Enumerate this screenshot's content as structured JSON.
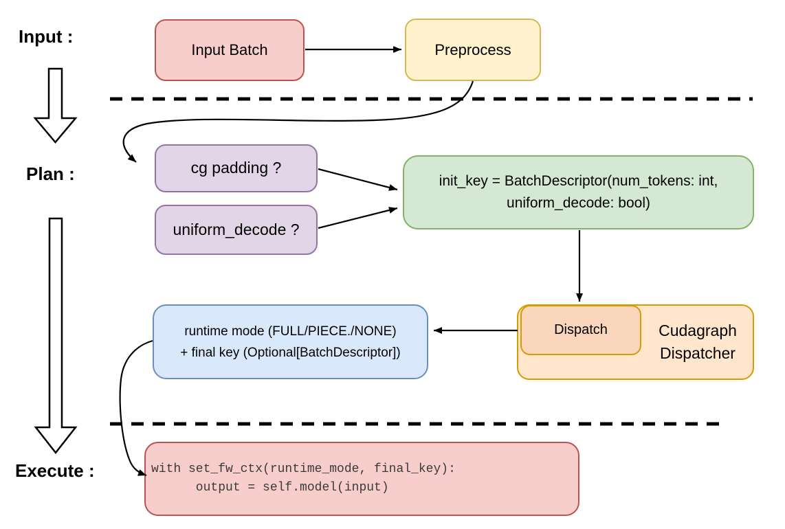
{
  "diagram": {
    "title_hint": "Cudagraph dispatch flow",
    "section_labels": {
      "input": "Input :",
      "plan": "Plan :",
      "execute": "Execute :"
    },
    "nodes": {
      "input_batch": {
        "label": "Input Batch"
      },
      "preprocess": {
        "label": "Preprocess"
      },
      "cg_padding": {
        "label": "cg padding ?"
      },
      "uniform_decode": {
        "label": "uniform_decode ?"
      },
      "init_key": {
        "line1": "init_key = BatchDescriptor(num_tokens: int,",
        "line2": "uniform_decode: bool)"
      },
      "dispatch": {
        "label": "Dispatch"
      },
      "cudagraph_dispatcher": {
        "line1": "Cudagraph",
        "line2": "Dispatcher"
      },
      "runtime_mode": {
        "line1": "runtime mode (FULL/PIECE./NONE)",
        "line2": "+ final key (Optional[BatchDescriptor])"
      },
      "execute_code": {
        "line1": "with set_fw_ctx(runtime_mode, final_key):",
        "line2": "      output = self.model(input)"
      }
    },
    "colors": {
      "red_fill": "#f8cecc",
      "red_border": "#b85450",
      "yellow_fill": "#fff2cc",
      "yellow_border": "#d6b656",
      "purple_fill": "#e1d5e7",
      "purple_border": "#9673a6",
      "green_fill": "#d5e8d4",
      "green_border": "#82b366",
      "orange_outer_fill": "#ffe6cc",
      "orange_inner_fill": "#fad6bd",
      "orange_border": "#d79b00",
      "blue_fill": "#dae8fc",
      "blue_border": "#6c8ebf",
      "line": "#000000"
    }
  }
}
